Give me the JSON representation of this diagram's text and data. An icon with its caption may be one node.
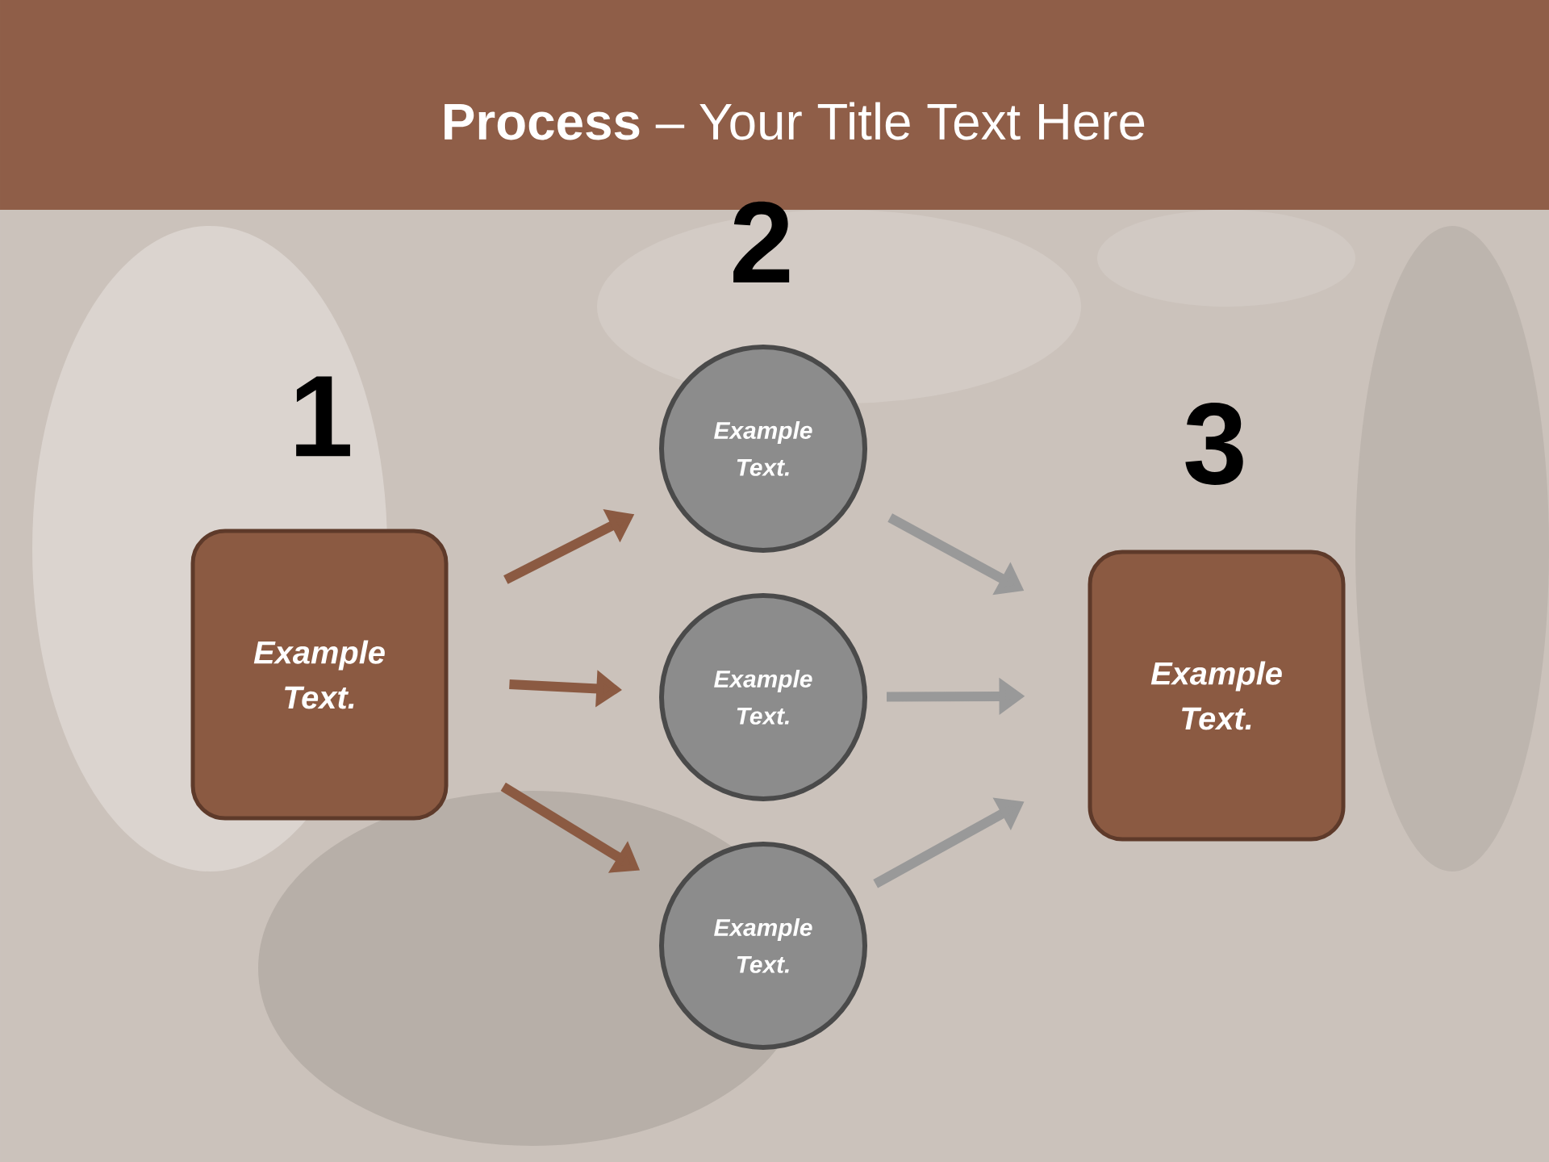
{
  "diagram": {
    "title": "**Process** – Your Title Text Here",
    "nodes": [
      {
        "text": [
          "Example Text."
        ],
        "beside": [
          "1"
        ]
      },
      {
        "text": [
          "Example Text."
        ],
        "beside": [
          "2"
        ]
      },
      {
        "text": [
          "Example Text."
        ]
      },
      {
        "text": [
          "Example Text."
        ]
      },
      {
        "text": [
          "Example Text."
        ],
        "beside": [
          "3"
        ]
      }
    ],
    "edges": [
      {
        "from": 0,
        "to": 1,
        "arrow": "to"
      },
      {
        "from": 0,
        "to": 2,
        "arrow": "to"
      },
      {
        "from": 0,
        "to": 3,
        "arrow": "to"
      },
      {
        "from": 1,
        "to": 4,
        "arrow": "to",
        "color": "#999999"
      },
      {
        "from": 2,
        "to": 4,
        "arrow": "to",
        "color": "#999999"
      },
      {
        "from": 3,
        "to": 4,
        "arrow": "to",
        "color": "#999999"
      }
    ]
  }
}
